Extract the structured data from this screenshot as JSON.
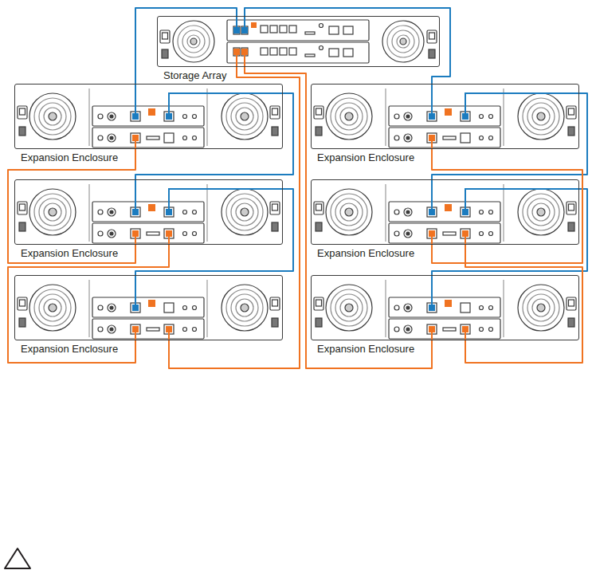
{
  "diagram": {
    "nodes": [
      {
        "text": [
          "Storage Array"
        ]
      },
      {
        "text": [
          "Expansion Enclosure"
        ]
      },
      {
        "text": [
          "Expansion Enclosure"
        ]
      },
      {
        "text": [
          "Expansion Enclosure"
        ]
      },
      {
        "text": [
          "Expansion Enclosure"
        ]
      },
      {
        "text": [
          "Expansion Enclosure"
        ]
      },
      {
        "text": [
          "Expansion Enclosure"
        ]
      }
    ],
    "edges": [
      {
        "from": 0,
        "to": 1,
        "arrow": "none"
      },
      {
        "from": 0,
        "to": 2,
        "arrow": "none"
      },
      {
        "from": 1,
        "to": 3,
        "arrow": "none"
      },
      {
        "from": 3,
        "to": 5,
        "arrow": "none"
      },
      {
        "from": 2,
        "to": 4,
        "arrow": "none"
      },
      {
        "from": 4,
        "to": 6,
        "arrow": "none"
      },
      {
        "from": 0,
        "to": 5,
        "arrow": "none"
      },
      {
        "from": 5,
        "to": 3,
        "arrow": "none"
      },
      {
        "from": 3,
        "to": 1,
        "arrow": "none"
      },
      {
        "from": 0,
        "to": 6,
        "arrow": "none"
      },
      {
        "from": 6,
        "to": 4,
        "arrow": "none"
      },
      {
        "from": 4,
        "to": 2,
        "arrow": "none"
      }
    ]
  }
}
